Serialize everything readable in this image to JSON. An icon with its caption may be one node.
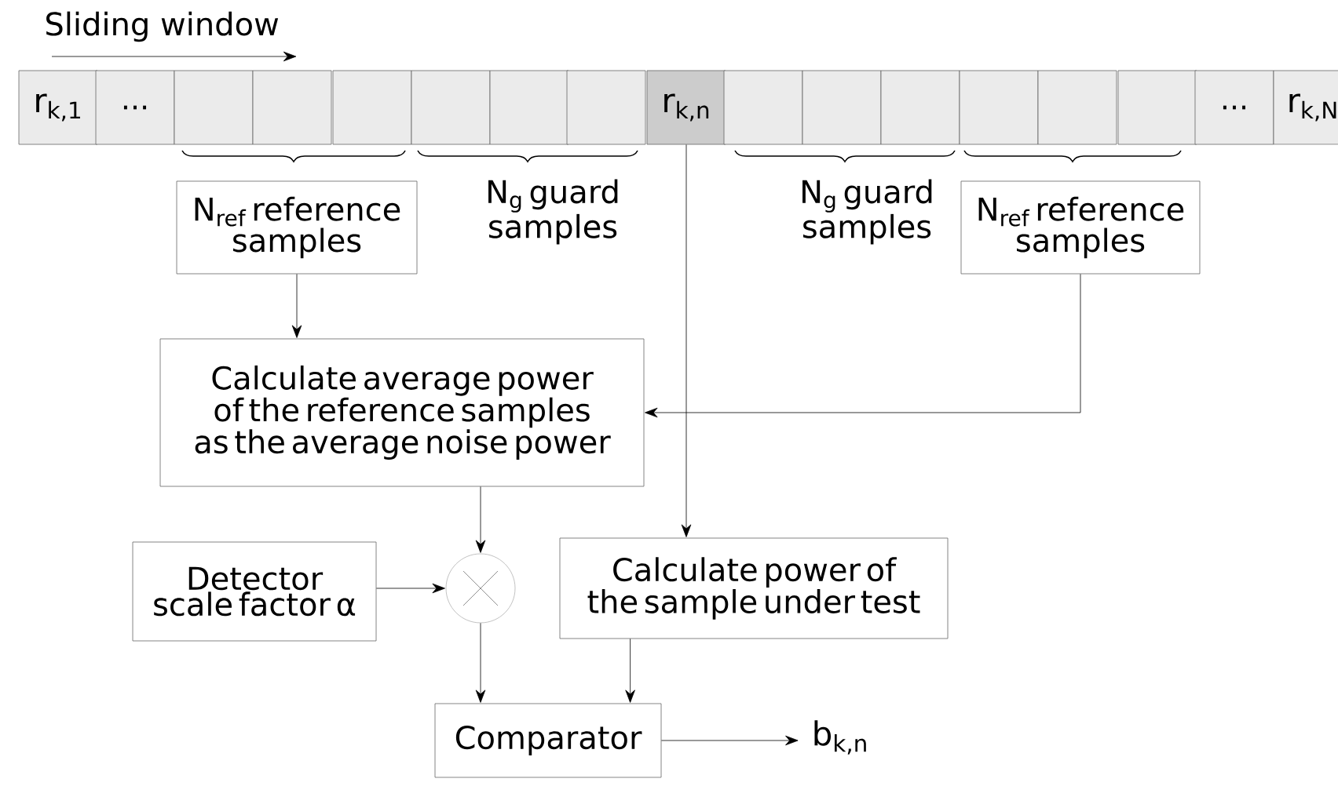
{
  "diagram": {
    "nodes": [
      {
        "text": [
          "r$_{k,1}$"
        ]
      },
      {
        "text": [
          "..."
        ]
      },
      {
        "text": [],
        "shape": "box"
      },
      {
        "text": [],
        "shape": "box"
      },
      {
        "text": [],
        "shape": "box"
      },
      {
        "text": [],
        "shape": "box"
      },
      {
        "text": [],
        "shape": "box"
      },
      {
        "text": [],
        "shape": "box"
      },
      {
        "text": [
          "r$_{k,n}$"
        ]
      },
      {
        "text": [],
        "shape": "box"
      },
      {
        "text": [],
        "shape": "box"
      },
      {
        "text": [],
        "shape": "box"
      },
      {
        "text": [],
        "shape": "box"
      },
      {
        "text": [],
        "shape": "box"
      },
      {
        "text": [],
        "shape": "box"
      },
      {
        "text": [
          "..."
        ]
      },
      {
        "text": [
          "r$_{k,N}$"
        ]
      },
      {
        "text": [
          "N$_{ref}$ reference samples"
        ]
      },
      {
        "text": [
          "N$_{ref}$ reference samples"
        ]
      },
      {
        "text": [
          "Calculate average power of the reference samples as the average noise power"
        ]
      },
      {
        "text": [
          "Detector scale factor α"
        ]
      },
      {
        "text": [],
        "shape": "circle"
      },
      {
        "text": [
          "Calculate power of the sample under test"
        ]
      },
      {
        "text": [
          "Comparator"
        ]
      },
      {
        "text": [
          "b$_{k,n}$"
        ]
      }
    ],
    "edges": [
      {
        "from": 17,
        "to": 19,
        "arrow": "to"
      },
      {
        "from": 18,
        "to": 19,
        "arrow": "to"
      },
      {
        "from": 8,
        "to": 22,
        "arrow": "to"
      },
      {
        "from": 19,
        "to": 21,
        "arrow": "to"
      },
      {
        "from": 20,
        "to": 21,
        "arrow": "to"
      },
      {
        "from": 21,
        "to": 23,
        "arrow": "to"
      },
      {
        "from": 22,
        "to": 23,
        "arrow": "to"
      },
      {
        "from": 23,
        "to": 24,
        "arrow": "to"
      }
    ],
    "labels": [
      "Sliding window",
      "N$_{g}$ guard samples",
      "N$_{g}$ guard samples"
    ]
  }
}
